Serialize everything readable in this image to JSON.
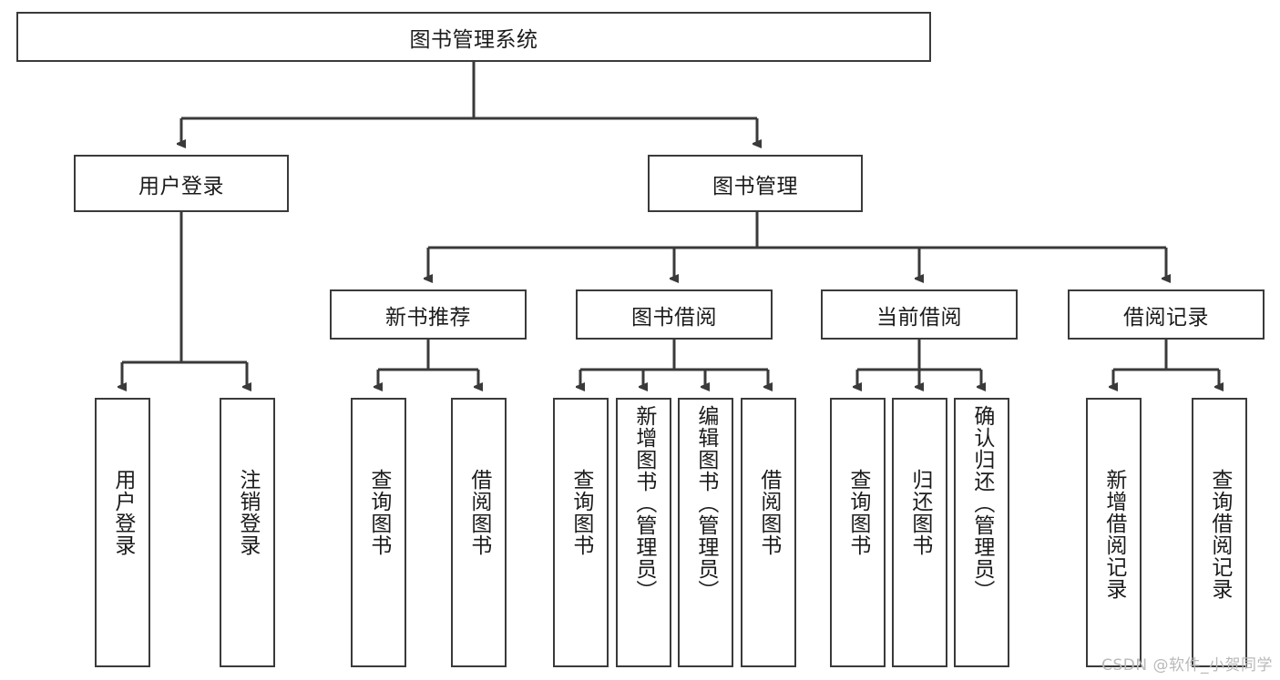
{
  "diagram": {
    "title": "图书管理系统",
    "type": "tree",
    "root": {
      "label": "图书管理系统"
    },
    "level2": [
      {
        "label": "用户登录"
      },
      {
        "label": "图书管理"
      }
    ],
    "level3": [
      {
        "label": "新书推荐"
      },
      {
        "label": "图书借阅"
      },
      {
        "label": "当前借阅"
      },
      {
        "label": "借阅记录"
      }
    ],
    "leaves": {
      "user_login": [
        {
          "label": "用户登录"
        },
        {
          "label": "注销登录"
        }
      ],
      "new_book": [
        {
          "label": "查询图书"
        },
        {
          "label": "借阅图书"
        }
      ],
      "book_borrow": [
        {
          "label": "查询图书"
        },
        {
          "label": "新增图书（管理员）"
        },
        {
          "label": "编辑图书（管理员）"
        },
        {
          "label": "借阅图书"
        }
      ],
      "current_borrow": [
        {
          "label": "查询图书"
        },
        {
          "label": "归还图书"
        },
        {
          "label": "确认归还（管理员）"
        }
      ],
      "borrow_record": [
        {
          "label": "新增借阅记录"
        },
        {
          "label": "查询借阅记录"
        }
      ]
    },
    "colors": {
      "stroke": "#3a3a3a",
      "text": "#1b1b1b",
      "background": "#ffffff",
      "watermark": "#b9b9b9"
    }
  },
  "watermark": {
    "text": "CSDN @软件_小贺同学"
  }
}
